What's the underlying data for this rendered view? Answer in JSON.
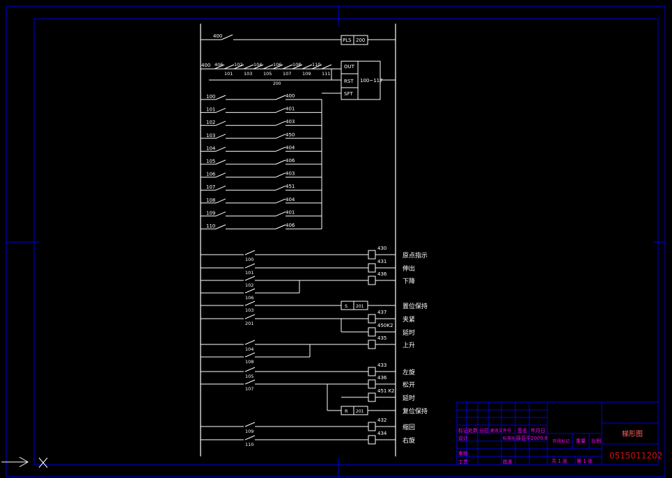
{
  "ladder": {
    "top_rung": {
      "contact": "400",
      "instruction": "PLS",
      "operand": "200"
    },
    "shift_block": {
      "chain_first": "400",
      "chain_contacts": [
        "406",
        "101",
        "102",
        "103",
        "104",
        "105",
        "106",
        "107",
        "108",
        "109",
        "110",
        "111"
      ],
      "chain_bottom": "200",
      "labels": {
        "out": "OUT",
        "rst": "RST",
        "sft": "SFT",
        "range": "100~117"
      }
    },
    "shift_rungs": [
      {
        "step": "100",
        "cond": "400"
      },
      {
        "step": "101",
        "cond": "401"
      },
      {
        "step": "102",
        "cond": "403"
      },
      {
        "step": "103",
        "cond": "450"
      },
      {
        "step": "104",
        "cond": "404"
      },
      {
        "step": "105",
        "cond": "406"
      },
      {
        "step": "106",
        "cond": "403"
      },
      {
        "step": "107",
        "cond": "451"
      },
      {
        "step": "108",
        "cond": "404"
      },
      {
        "step": "109",
        "cond": "401"
      },
      {
        "step": "110",
        "cond": "406"
      }
    ],
    "outputs": [
      {
        "contact": "100",
        "coil": "430",
        "label": "原点指示"
      },
      {
        "contact": "101",
        "coil": "431",
        "label": "伸出"
      },
      {
        "contact": "102",
        "coil": "436",
        "label": "下降"
      },
      {
        "contact": "106",
        "coil": "",
        "label": ""
      },
      {
        "contact": "103",
        "coil": "201",
        "prefix": "S",
        "label": "置位保持"
      },
      {
        "contact": "201",
        "coil": "437",
        "label": "夹紧"
      },
      {
        "contact": "",
        "coil": "450K2",
        "label": "延时"
      },
      {
        "contact": "104",
        "coil": "435",
        "label": "上升"
      },
      {
        "contact": "108",
        "coil": "",
        "label": ""
      },
      {
        "contact": "105",
        "coil": "433",
        "label": "左旋"
      },
      {
        "contact": "107",
        "coil": "436",
        "label": "松开"
      },
      {
        "contact": "",
        "coil": "451 K2",
        "label": "延时"
      },
      {
        "contact": "",
        "coil": "201",
        "prefix": "R",
        "label": "复位保持"
      },
      {
        "contact": "109",
        "coil": "432",
        "label": "缩回"
      },
      {
        "contact": "110",
        "coil": "434",
        "label": "右旋"
      }
    ]
  },
  "title_block": {
    "title": "梯形图",
    "drawing_number": "0515011202",
    "row1": [
      "标记",
      "处数",
      "分区",
      "更改文件号",
      "签名",
      "年月日"
    ],
    "row2": [
      "设计",
      "",
      "标准化",
      "薛亚平2009.6"
    ],
    "row3": [
      "阶段标记",
      "重量",
      "比例"
    ],
    "row4": [
      "审核"
    ],
    "row5": [
      "工艺",
      "",
      "批准"
    ],
    "sheet_total": "共 1 张",
    "sheet_no": "第 1 张"
  },
  "colors": {
    "background": "#000000",
    "ink": "#ffffff",
    "frame": "#0000e0",
    "title_text": "#ff00ff",
    "drawing_number": "#d01010"
  }
}
